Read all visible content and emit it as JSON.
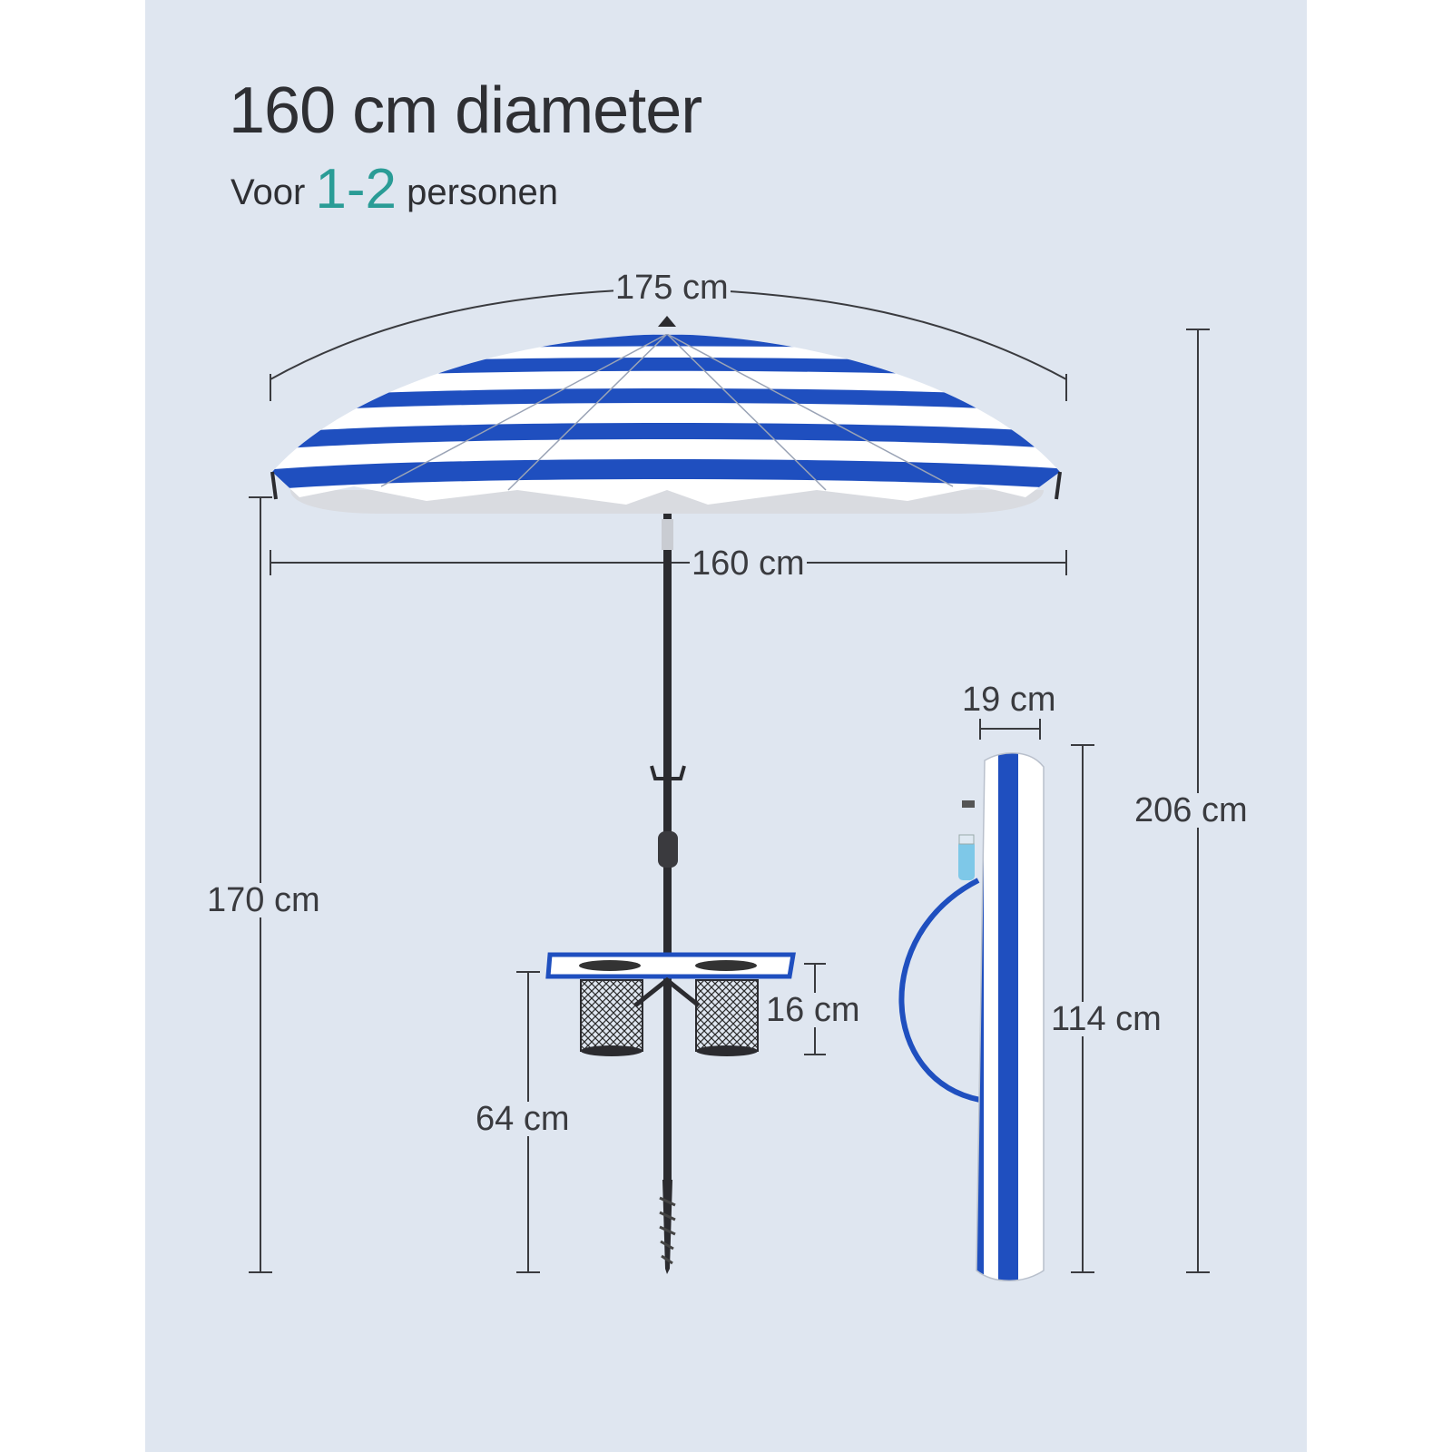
{
  "header": {
    "title": "160 cm diameter",
    "subtitle_prefix": "Voor",
    "subtitle_accent": "1-2",
    "subtitle_suffix": "personen"
  },
  "dimensions": {
    "arc_width": "175 cm",
    "canopy_width": "160 cm",
    "pole_height": "170 cm",
    "total_height": "206 cm",
    "bag_width": "19 cm",
    "bag_height": "114 cm",
    "cup_height": "16 cm",
    "table_height": "64 cm"
  },
  "colors": {
    "background": "#dfe6f0",
    "stripe_blue": "#1f4fbf",
    "accent_teal": "#2a9c96",
    "text": "#2e2f33"
  }
}
